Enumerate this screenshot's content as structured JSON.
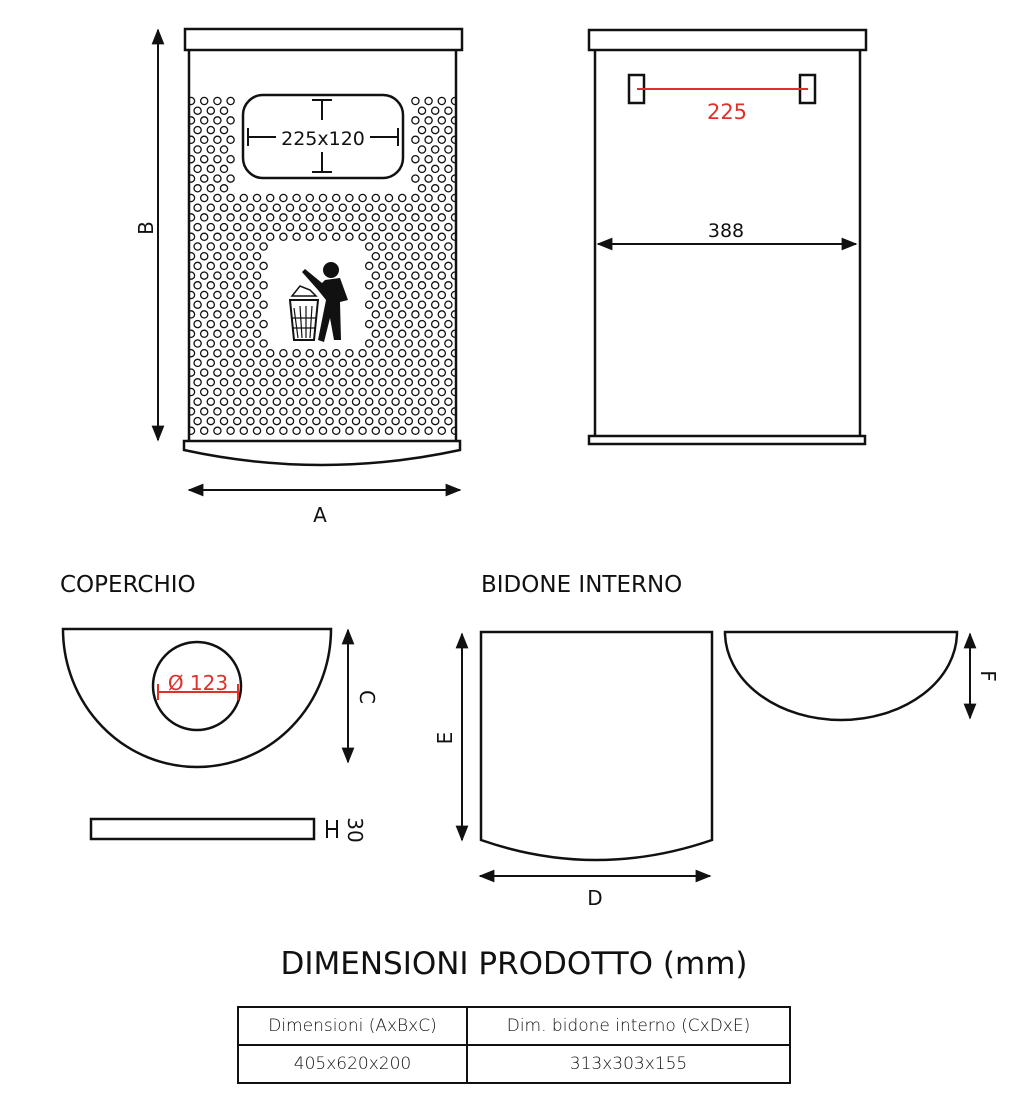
{
  "front_view": {
    "window_dim": "225x120",
    "label_A": "A",
    "label_B": "B"
  },
  "back_view": {
    "hook_spacing": "225",
    "width": "388"
  },
  "lid": {
    "title": "COPERCHIO",
    "hole_diameter": "Ø 123",
    "label_C": "C",
    "thickness": "30"
  },
  "inner_bin": {
    "title": "BIDONE INTERNO",
    "label_D": "D",
    "label_E": "E",
    "label_F": "F"
  },
  "table": {
    "title": "DIMENSIONI PRODOTTO (mm)",
    "headers": [
      "Dimensioni (AxBxC)",
      "Dim. bidone interno (CxDxE)"
    ],
    "values": [
      "405x620x200",
      "313x303x155"
    ]
  },
  "colors": {
    "line": "#111111",
    "dimension_red": "#e0302a"
  }
}
